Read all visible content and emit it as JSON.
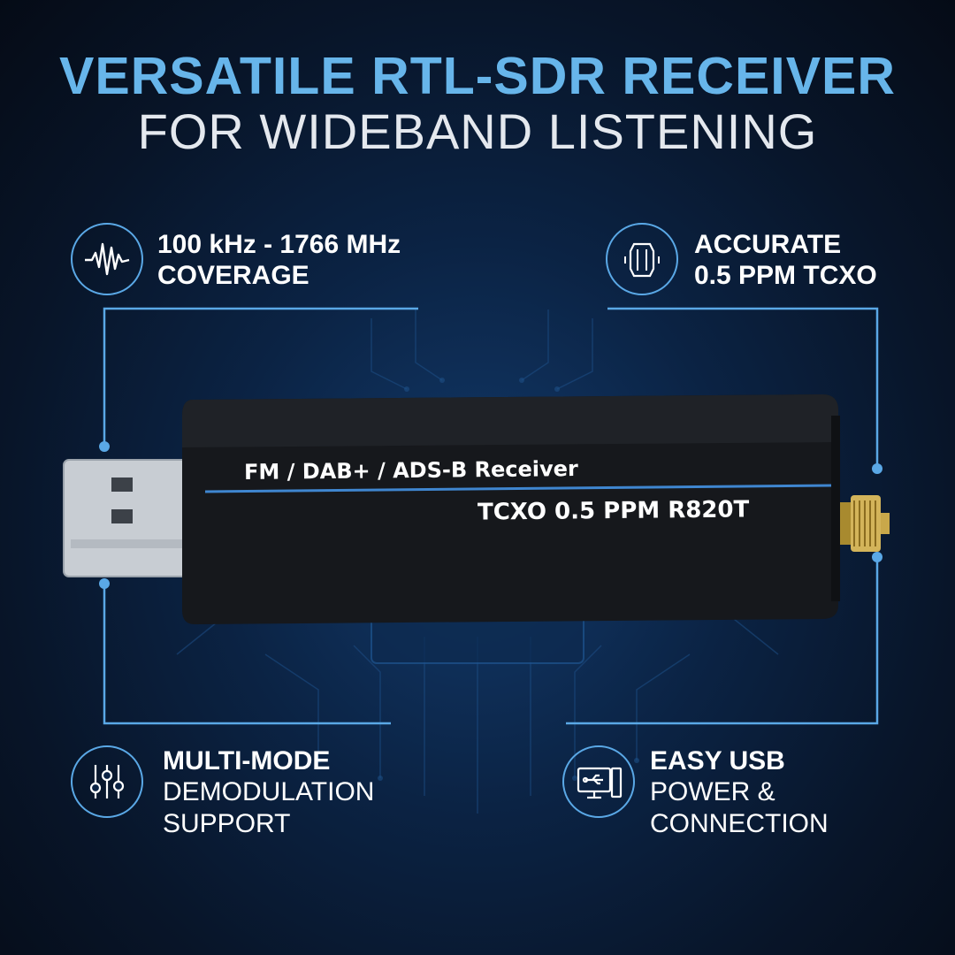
{
  "headline": {
    "line1": "VERSATILE RTL-SDR RECEIVER",
    "line2": "FOR WIDEBAND LISTENING"
  },
  "features": {
    "coverage": {
      "line1": "100 kHz - 1766 MHz",
      "line2": "COVERAGE",
      "icon": "waveform-icon"
    },
    "accuracy": {
      "line1": "ACCURATE",
      "line2": "0.5 PPM TCXO",
      "icon": "crystal-icon"
    },
    "demodulation": {
      "line1": "MULTI-MODE",
      "line2": "DEMODULATION",
      "line3": "SUPPORT",
      "icon": "sliders-icon"
    },
    "usb": {
      "line1": "EASY USB",
      "line2": "POWER &",
      "line3": "CONNECTION",
      "icon": "usb-computer-icon"
    }
  },
  "device": {
    "label_line1": "FM / DAB+ / ADS-B Receiver",
    "label_line2": "TCXO 0.5 PPM R820T"
  },
  "colors": {
    "accent_blue": "#5aa8e6",
    "headline_blue": "#67b5ea",
    "background_navy": "#0b2344"
  }
}
